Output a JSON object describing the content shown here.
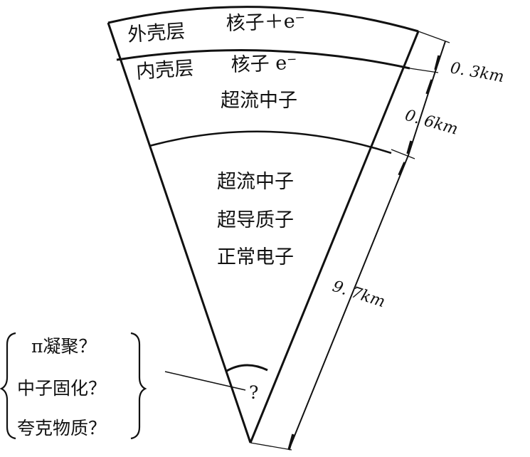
{
  "diagram": {
    "outer_crust": {
      "name": "外壳层",
      "composition": "核子＋e⁻"
    },
    "inner_crust": {
      "name": "内壳层",
      "composition": "核子 e⁻",
      "fluid": "超流中子"
    },
    "core": {
      "components": [
        "超流中子",
        "超导质子",
        "正常电子"
      ]
    },
    "center": {
      "mark": "?"
    },
    "center_hypotheses": [
      "π凝聚？",
      "中子固化？",
      "夸克物质？"
    ],
    "dimensions": {
      "outer": "0. 3km",
      "inner": "0. 6km",
      "core": "9. 7km"
    }
  }
}
